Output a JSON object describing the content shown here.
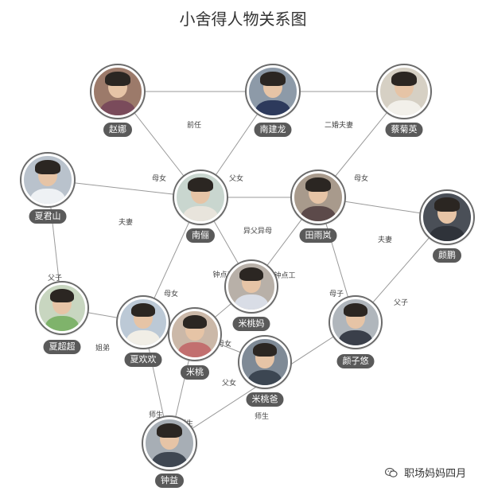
{
  "title": "小舍得人物关系图",
  "watermark": "职场妈妈四月",
  "people": [
    {
      "id": "zhaona",
      "name": "赵娜",
      "bg": "#9c7a6a",
      "shirt": "#7a4b5b"
    },
    {
      "id": "nanjianlong",
      "name": "南建龙",
      "bg": "#8d9aa8",
      "shirt": "#2d3a5c"
    },
    {
      "id": "caijuying",
      "name": "蔡菊英",
      "bg": "#d6d0c4",
      "shirt": "#f2f0ea"
    },
    {
      "id": "xiajunshan",
      "name": "夏君山",
      "bg": "#b9c2cc",
      "shirt": "#eef1f4"
    },
    {
      "id": "nanli",
      "name": "南俪",
      "bg": "#c9d6cf",
      "shirt": "#e8e4dc"
    },
    {
      "id": "tianyulan",
      "name": "田雨岚",
      "bg": "#a89a8c",
      "shirt": "#5c4a4a"
    },
    {
      "id": "yanpeng",
      "name": "颜鹏",
      "bg": "#4a4f57",
      "shirt": "#2f333a"
    },
    {
      "id": "mitaoma",
      "name": "米桃妈",
      "bg": "#b8b0a8",
      "shirt": "#d9dde6"
    },
    {
      "id": "xiachaochao",
      "name": "夏超超",
      "bg": "#c8d6c0",
      "shirt": "#7fb36b"
    },
    {
      "id": "xiahuanhuan",
      "name": "夏欢欢",
      "bg": "#bcc9d6",
      "shirt": "#f1eee6"
    },
    {
      "id": "mitao",
      "name": "米桃",
      "bg": "#cbb8a8",
      "shirt": "#c26f6f"
    },
    {
      "id": "mitaoba",
      "name": "米桃爸",
      "bg": "#7f8a96",
      "shirt": "#3c4652"
    },
    {
      "id": "yanziyi",
      "name": "颜子悠",
      "bg": "#b0b6bc",
      "shirt": "#3a3f4a"
    },
    {
      "id": "zhongyi",
      "name": "钟益",
      "bg": "#a7aeb5",
      "shirt": "#3f4752"
    }
  ],
  "relations": [
    {
      "from": "zhaona",
      "to": "nanjianlong",
      "label": "前任"
    },
    {
      "from": "nanjianlong",
      "to": "caijuying",
      "label": "二婚夫妻"
    },
    {
      "from": "zhaona",
      "to": "nanli",
      "label": "母女"
    },
    {
      "from": "nanjianlong",
      "to": "nanli",
      "label": "父女"
    },
    {
      "from": "caijuying",
      "to": "tianyulan",
      "label": "母女"
    },
    {
      "from": "xiajunshan",
      "to": "nanli",
      "label": "夫妻"
    },
    {
      "from": "nanli",
      "to": "tianyulan",
      "label": "异父异母"
    },
    {
      "from": "tianyulan",
      "to": "yanpeng",
      "label": "夫妻"
    },
    {
      "from": "nanli",
      "to": "mitaoma",
      "label": "钟点工"
    },
    {
      "from": "tianyulan",
      "to": "mitaoma",
      "label": "钟点工"
    },
    {
      "from": "xiajunshan",
      "to": "xiachaochao",
      "label": "父子"
    },
    {
      "from": "nanli",
      "to": "xiahuanhuan",
      "label": "母女"
    },
    {
      "from": "tianyulan",
      "to": "yanziyi",
      "label": "母子"
    },
    {
      "from": "yanpeng",
      "to": "yanziyi",
      "label": "父子"
    },
    {
      "from": "xiachaochao",
      "to": "xiahuanhuan",
      "label": "姐弟"
    },
    {
      "from": "mitaoma",
      "to": "mitao",
      "label": "母女"
    },
    {
      "from": "mitao",
      "to": "mitaoba",
      "label": "父女"
    },
    {
      "from": "xiahuanhuan",
      "to": "zhongyi",
      "label": "师生"
    },
    {
      "from": "mitao",
      "to": "zhongyi",
      "label": "师生"
    },
    {
      "from": "yanziyi",
      "to": "zhongyi",
      "label": "师生"
    }
  ]
}
